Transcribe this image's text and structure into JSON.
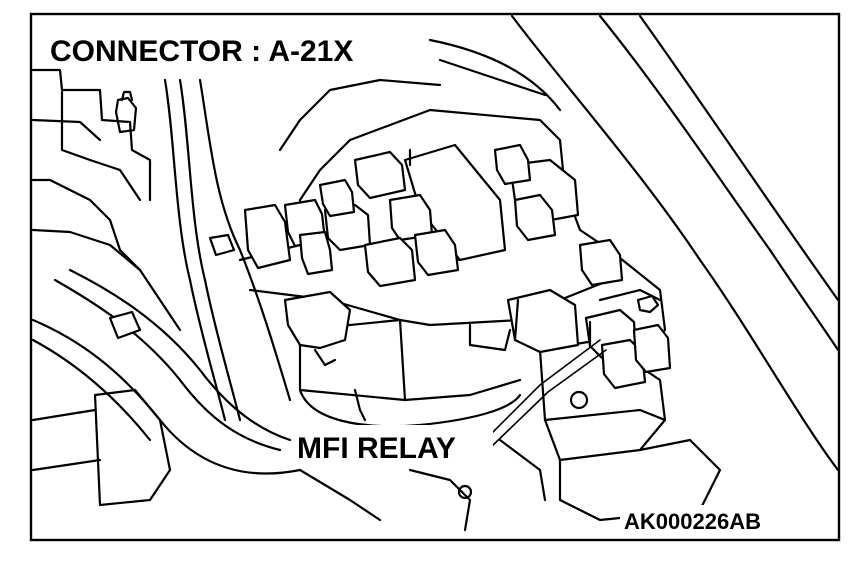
{
  "figure": {
    "connector_label": "CONNECTOR : A-21X",
    "relay_label": "MFI RELAY",
    "figure_code": "AK000226AB"
  },
  "colors": {
    "ink": "#000000",
    "paper": "#ffffff"
  }
}
